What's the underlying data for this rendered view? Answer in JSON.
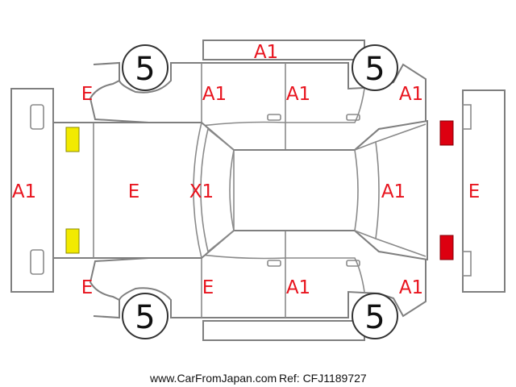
{
  "tire_labels": {
    "front_left": "5",
    "front_right": "5",
    "rear_left": "5",
    "rear_right": "5"
  },
  "grades": [
    {
      "part": "top-rocker",
      "code": "A1"
    },
    {
      "part": "front-left-fender-corner",
      "code": "E"
    },
    {
      "part": "front-left-door",
      "code": "A1"
    },
    {
      "part": "rear-left-door",
      "code": "A1"
    },
    {
      "part": "rear-left-quarter",
      "code": "A1"
    },
    {
      "part": "front-bumper",
      "code": "A1"
    },
    {
      "part": "hood",
      "code": "E"
    },
    {
      "part": "windshield",
      "code": "X1"
    },
    {
      "part": "trunk-lid",
      "code": "A1"
    },
    {
      "part": "rear-bumper",
      "code": "E"
    },
    {
      "part": "front-right-fender-corner",
      "code": "E"
    },
    {
      "part": "front-right-door",
      "code": "E"
    },
    {
      "part": "rear-right-door",
      "code": "A1"
    },
    {
      "part": "rear-right-quarter",
      "code": "A1"
    }
  ],
  "colors": {
    "grade_text": "#e8141e",
    "headlights": "#f2ea00",
    "taillights": "#dd0010",
    "outline": "#7f7f7f"
  },
  "footer": {
    "site": "www.CarFromJapan.com",
    "ref": "Ref: CFJ1189727"
  }
}
